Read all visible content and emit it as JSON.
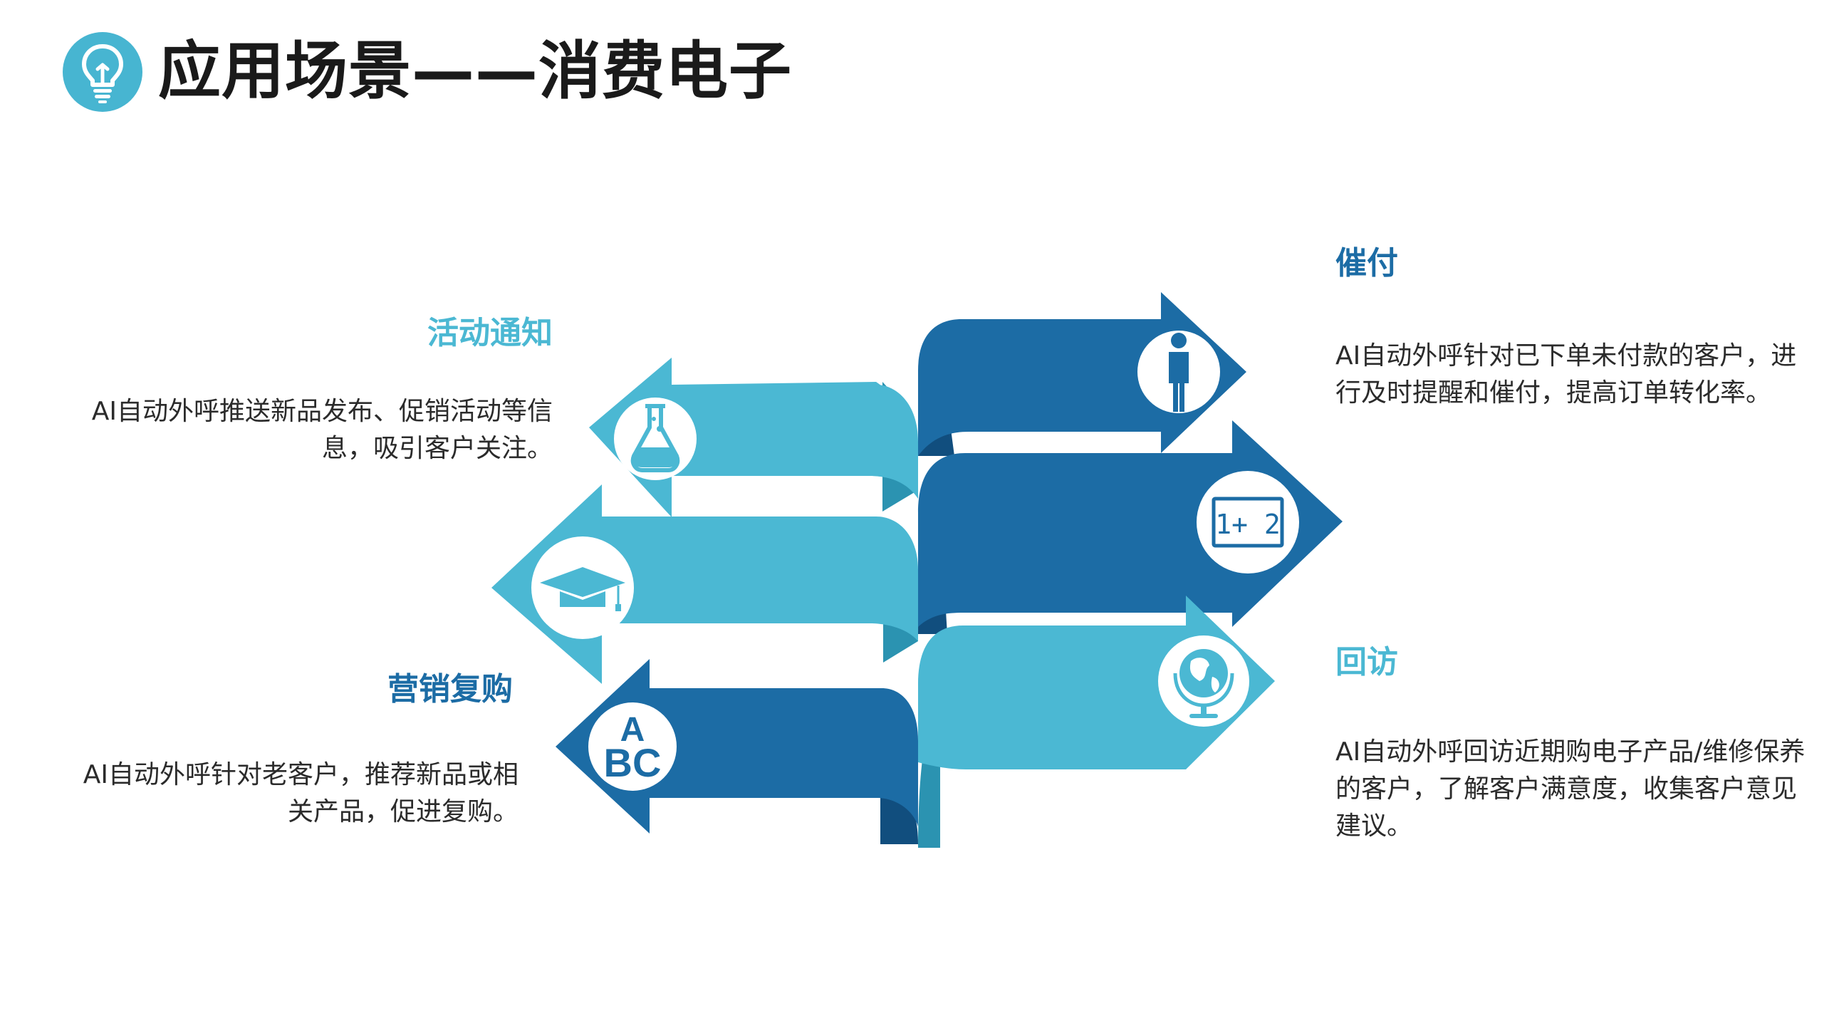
{
  "title": "应用场景——消费电子",
  "colors": {
    "light": "#4bb8d3",
    "light_shade": "#2b93b1",
    "dark": "#1c6ca5",
    "dark_shade": "#114e7e",
    "title_icon": "#47b5d1"
  },
  "title_icon": "lightbulb-icon",
  "items": [
    {
      "id": "activity",
      "heading": "活动通知",
      "description": "AI自动外呼推送新品发布、促销活动等信息，吸引客户关注。",
      "icon": "flask-icon",
      "direction": "left",
      "color": "light"
    },
    {
      "id": "repurchase",
      "heading": "营销复购",
      "description": "AI自动外呼针对老客户，推荐新品或相关产品，促进复购。",
      "icon": "abc-icon",
      "direction": "left",
      "color": "dark"
    },
    {
      "id": "education",
      "heading": "",
      "description": "",
      "icon": "graduation-cap-icon",
      "direction": "left",
      "color": "light"
    },
    {
      "id": "payment",
      "heading": "催付",
      "description": "AI自动外呼针对已下单未付款的客户，进行及时提醒和催付，提高订单转化率。",
      "icon": "person-icon",
      "direction": "right",
      "color": "dark"
    },
    {
      "id": "math",
      "heading": "",
      "description": "",
      "icon": "chalkboard-icon",
      "icon_text": "1+ 2",
      "direction": "right",
      "color": "dark"
    },
    {
      "id": "revisit",
      "heading": "回访",
      "description": "AI自动外呼回访近期购电子产品/维修保养的客户，了解客户满意度，收集客户意见建议。",
      "icon": "globe-icon",
      "direction": "right",
      "color": "light"
    }
  ]
}
